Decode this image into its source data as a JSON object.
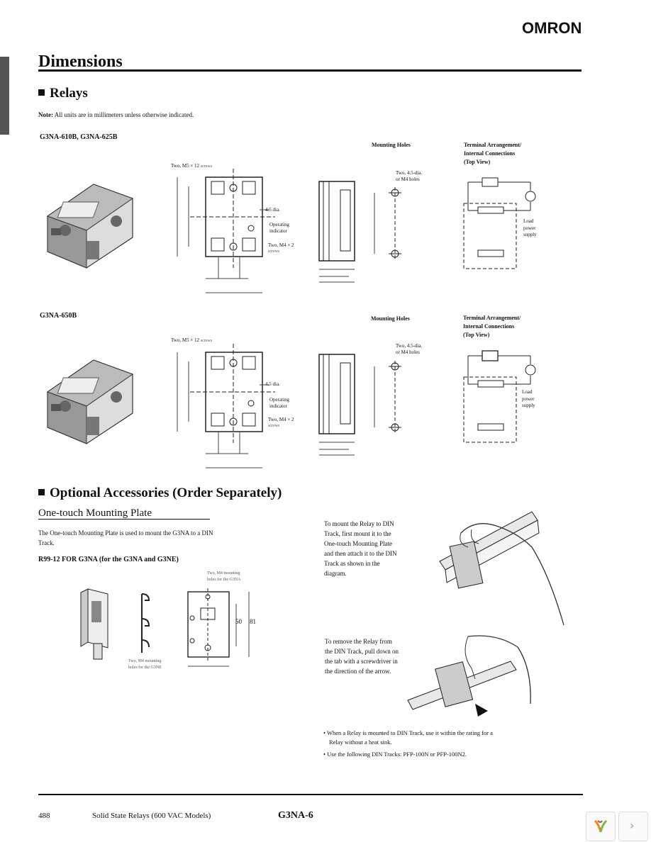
{
  "brand": {
    "logo": "OMRON"
  },
  "page": {
    "title": "Dimensions",
    "section_relays": "Relays",
    "note_label": "Note:",
    "note_text": " All units are in millimeters unless otherwise indicated."
  },
  "relay_a": {
    "model": "G3NA-610B, G3NA-625B",
    "mounting_holes": "Mounting Holes",
    "terminal_title_1": "Terminal Arrangement/",
    "terminal_title_2": "Internal Connections",
    "terminal_title_3": "(Top View)",
    "label_m5": "Two, M5 × 12",
    "label_screws": "screws",
    "label_dia": "4.5 dia.",
    "label_op1": "Operating",
    "label_op2": "indicator",
    "label_m4": "Two, M4 × 2",
    "label_holes1": "Two, 4.5-dia.",
    "label_holes2": "or M4 holes",
    "label_load1": "Load",
    "label_load2": "power",
    "label_load3": "supply"
  },
  "relay_b": {
    "model": "G3NA-650B",
    "mounting_holes": "Mounting Holes",
    "terminal_title_1": "Terminal Arrangement/",
    "terminal_title_2": "Internal Connections",
    "terminal_title_3": "(Top View)",
    "label_m5": "Two, M5 × 12",
    "label_screws": "screws",
    "label_dia": "4.5 dia.",
    "label_op1": "Operating",
    "label_op2": "indicator",
    "label_m4": "Two, M4 × 2",
    "label_holes1": "Two, 4.5-dia.",
    "label_holes2": "or M4 holes",
    "label_load1": "Load",
    "label_load2": "power",
    "label_load3": "supply"
  },
  "accessories": {
    "heading": "Optional Accessories (Order Separately)",
    "subheading": "One-touch Mounting Plate",
    "intro_1": "The One-touch Mounting Plate is used to mount the G3NA to a DIN",
    "intro_2": "Track.",
    "model": "R99-12 FOR G3NA (for the G3NA and G3NE)",
    "plate_note_top_1": "Two, M4 mounting",
    "plate_note_top_2": "holes for the G3NA",
    "plate_note_bottom_1": "Two, M4 mounting",
    "plate_note_bottom_2": "holes for the G3NE",
    "dim_50": "50",
    "dim_81": "81",
    "mount_1": "To mount the Relay to DIN",
    "mount_2": "Track, first mount it to the",
    "mount_3": "One-touch Mounting Plate",
    "mount_4": "and then attach it to the DIN",
    "mount_5": "Track as shown in the",
    "mount_6": "diagram.",
    "remove_1": "To remove the Relay from",
    "remove_2": "the DIN Track, pull down on",
    "remove_3": "the tab with a screwdriver in",
    "remove_4": "the direction of the arrow.",
    "bullet_1a": "• When a Relay is mounted to DIN Track, use it within the rating for a",
    "bullet_1b": "Relay without a heat sink.",
    "bullet_2": "• Use the following DIN Tracks: PFP-100N or PFP-100N2."
  },
  "footer": {
    "page_number": "488",
    "series": "Solid State Relays (600 VAC Models)",
    "product": "G3NA-6"
  }
}
